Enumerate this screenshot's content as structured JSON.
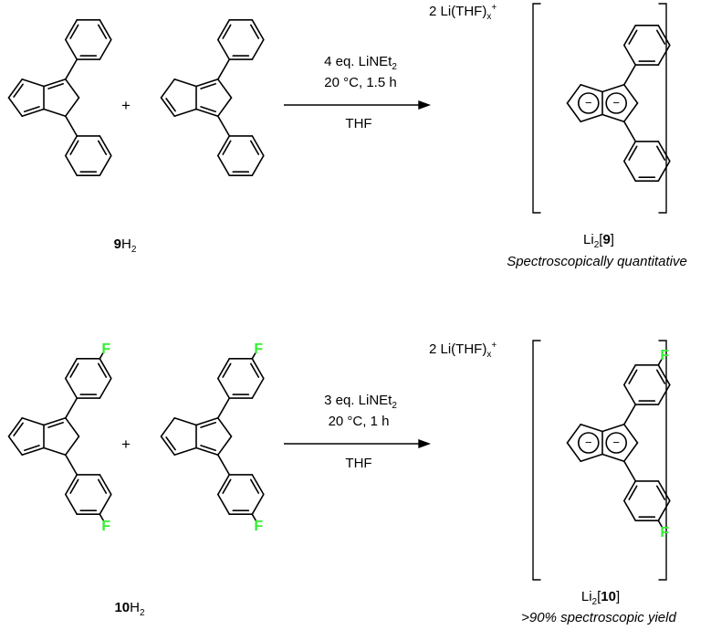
{
  "colors": {
    "bond": "#000000",
    "fluorine": "#33ee33"
  },
  "plus_sign": "+",
  "atom_F": "F",
  "charge_minus": "−",
  "reaction1": {
    "reagent_eq": "4 eq. LiNEt",
    "reagent_sub": "2",
    "conditions": "20 °C, 1.5  h",
    "solvent": "THF",
    "counterion_main": "2 Li(THF)",
    "counterion_sub": "x",
    "counterion_sup": "+",
    "start_num": "9",
    "start_H": "H",
    "start_sub": "2",
    "product_Li": "Li",
    "product_sub": "2",
    "product_open": "[",
    "product_num": "9",
    "product_close": "]",
    "yield": "Spectroscopically quantitative"
  },
  "reaction2": {
    "reagent_eq": "3 eq. LiNEt",
    "reagent_sub": "2",
    "conditions": "20 °C, 1 h",
    "solvent": "THF",
    "counterion_main": "2 Li(THF)",
    "counterion_sub": "x",
    "counterion_sup": "+",
    "start_num": "10",
    "start_H": "H",
    "start_sub": "2",
    "product_Li": "Li",
    "product_sub": "2",
    "product_open": "[",
    "product_num": "10",
    "product_close": "]",
    "yield": ">90% spectroscopic yield"
  }
}
